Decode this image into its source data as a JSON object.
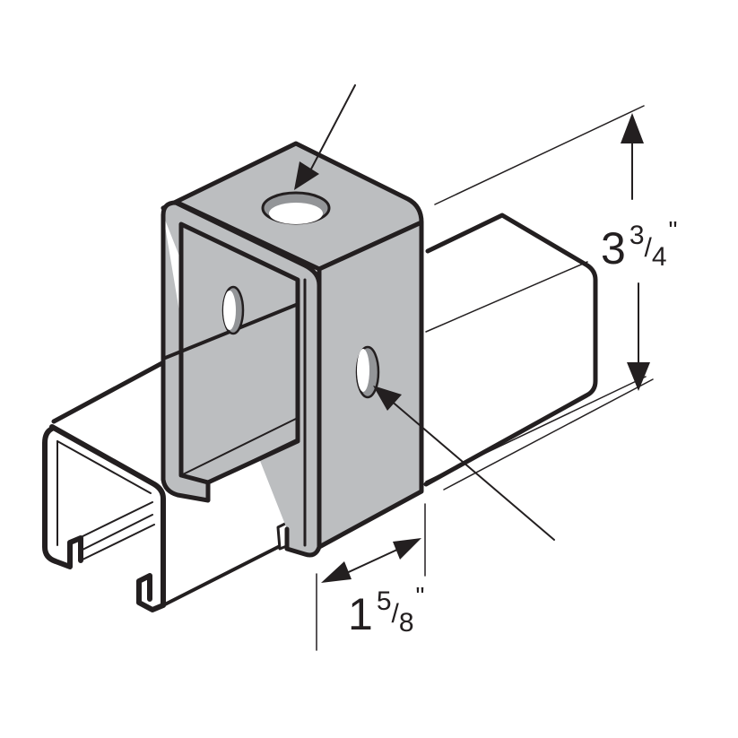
{
  "diagram": {
    "subject": "strut channel bracket fitting",
    "colors": {
      "background": "#ffffff",
      "outline": "#231f20",
      "bracket_fill": "#bcbec0",
      "hole_shadow": "#939598",
      "channel_fill": "#ffffff"
    },
    "dimensions": {
      "height": {
        "whole": "3",
        "numerator": "3",
        "slash": "/",
        "denominator": "4",
        "unit": "\""
      },
      "width": {
        "whole": "1",
        "numerator": "5",
        "slash": "/",
        "denominator": "8",
        "unit": "\""
      }
    },
    "callouts": [
      {
        "target": "top-hole"
      },
      {
        "target": "side-hole"
      }
    ]
  }
}
